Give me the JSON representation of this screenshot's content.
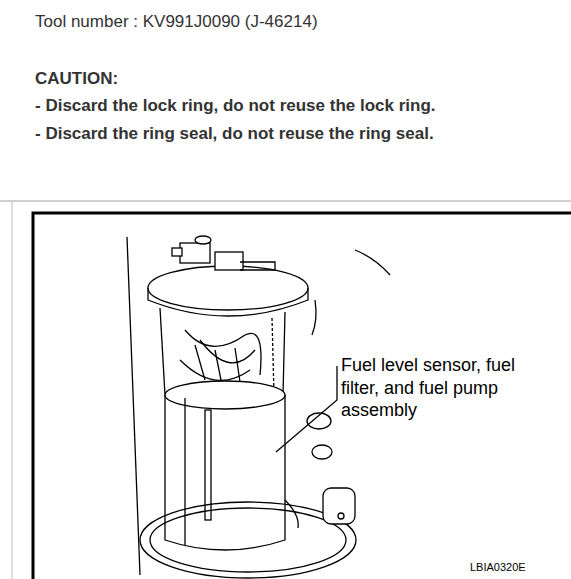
{
  "diagram": {
    "labels": [
      "Tool number : KV991J0090 (J-46214)",
      "CAUTION:",
      "- Discard the lock ring, do not reuse the lock ring.",
      "- Discard the ring seal, do not reuse the ring seal.",
      "Fuel level sensor, fuel filter, and fuel pump assembly",
      "LBIA0320E"
    ]
  }
}
